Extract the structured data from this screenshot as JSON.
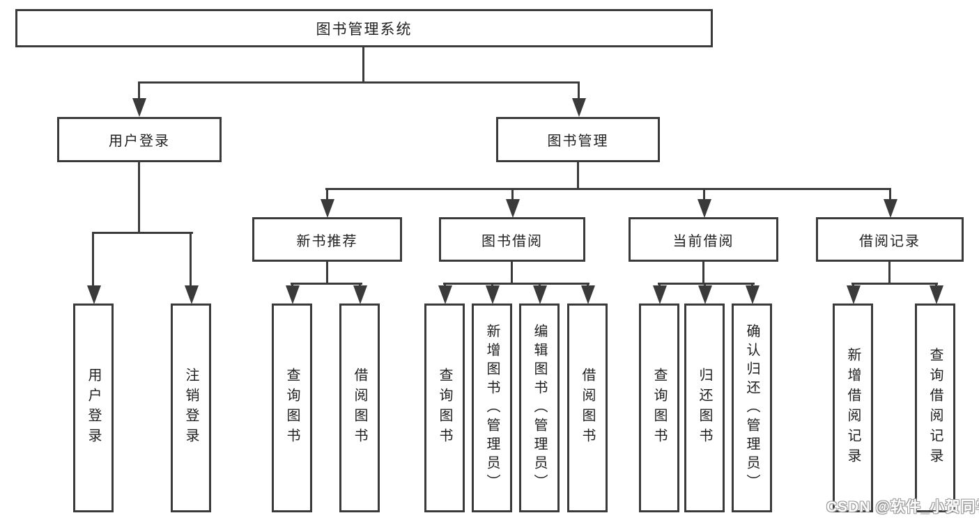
{
  "diagram": {
    "root": {
      "label": "图书管理系统"
    },
    "level2": {
      "user_login": {
        "label": "用户登录"
      },
      "book_mgmt": {
        "label": "图书管理"
      }
    },
    "level3": {
      "new_books": {
        "label": "新书推荐"
      },
      "book_borrow": {
        "label": "图书借阅"
      },
      "current_borrow": {
        "label": "当前借阅"
      },
      "borrow_records": {
        "label": "借阅记录"
      }
    },
    "leaves": {
      "user_login": [
        "用户登录",
        "注销登录"
      ],
      "new_books": [
        "查询图书",
        "借阅图书"
      ],
      "book_borrow": [
        "查询图书",
        "新增图书（管理员）",
        "编辑图书（管理员）",
        "借阅图书"
      ],
      "current_borrow": [
        "查询图书",
        "归还图书",
        "确认归还（管理员）"
      ],
      "borrow_records": [
        "新增借阅记录",
        "查询借阅记录"
      ]
    }
  },
  "watermark": "CSDN @软件_小贺同学",
  "colors": {
    "line": "#3a3a3a",
    "text": "#1f1f1f",
    "background": "#ffffff"
  }
}
